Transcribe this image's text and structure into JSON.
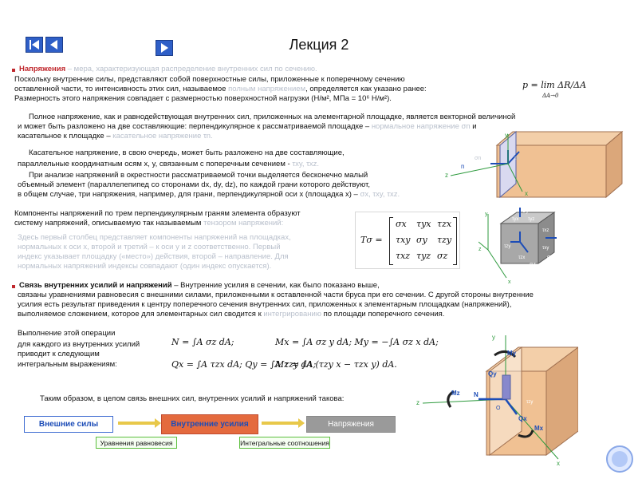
{
  "nav": {
    "first_icon": "first-slide-icon",
    "prev_icon": "prev-slide-icon",
    "next_icon": "next-slide-icon"
  },
  "title": "Лекция 2",
  "sec1": {
    "term": "Напряжения",
    "def_faded": " – мера, характеризующая распределение внутренних сил по сечению.",
    "line2": "Поскольку внутренние силы, представляют собой поверхностные силы, приложенные к поперечному сечению",
    "line3a": "оставленной части, то интенсивность этих сил, называемое ",
    "line3faded": "полным напряжением",
    "line3b": ", определяется как указано ранее:",
    "line4": "Размерность этого напряжения совпадает с размерностью поверхностной нагрузки (Н/м², МПа = 10⁶ Н/м²).",
    "formula": "p = lim ΔR/ΔA",
    "formula_sub": "ΔA→0"
  },
  "sec2": {
    "line1": "Полное напряжение, как и равнодействующая внутренних сил, приложенных на элементарной площадке, является векторной величиной",
    "line2a": "и может быть разложено на две составляющие: перпендикулярное к рассматриваемой площадке – ",
    "line2faded": "нормальное напряжение σn",
    "line2b": " и",
    "line3a": "касательное к площадке – ",
    "line3faded": "касательное напряжение τn."
  },
  "sec3": {
    "line1": "Касательное напряжение, в свою очередь, может быть разложено на две составляющие,",
    "line2a": "параллельные координатным осям x, y, связанным с поперечным сечением - ",
    "line2faded": "τxy, τxz.",
    "line3": "При анализе напряжений в окрестности рассматриваемой точки выделяется бесконечно малый",
    "line4": "объемный элемент (параллелепипед со сторонами dx, dy, dz), по каждой грани которого действуют,",
    "line5a": "в общем случае, три напряжения, например, для грани, перпендикулярной оси x (площадка x) – ",
    "line5faded": "σx, τxy, τxz."
  },
  "sec4": {
    "line1": "Компоненты напряжений по трем перпендикулярным граням элемента образуют",
    "line2a": "систему напряжений, описываемую так называемым ",
    "line2faded": "тензором напряжений:",
    "faded1": "Здесь первый столбец представляет компоненты напряжений на площадках,",
    "faded2": "нормальных к оси x, второй и третий – к оси y и z соответственно. Первый",
    "faded3": "индекс указывает площадку («место») действия, второй – направление. Для",
    "faded4": "нормальных напряжений индексы совпадают (один индекс опускается).",
    "tensor_label": "Tσ =",
    "tensor": [
      [
        "σx",
        "τyx",
        "τzx"
      ],
      [
        "τxy",
        "σy",
        "τzy"
      ],
      [
        "τxz",
        "τyz",
        "σz"
      ]
    ]
  },
  "sec5": {
    "title": "Связь внутренних усилий и напряжений",
    "line1b": " – Внутренние усилия в сечении, как было показано выше,",
    "line2": "связаны уравнениями равновесия с внешними силами, приложенными к оставленной части бруса при его сечении. С другой стороны внутренние",
    "line3": "усилия есть результат приведения к центру поперечного сечения внутренних сил, приложенных к элементарным площадкам (напряжений),",
    "line4a": "выполняемое сложением, которое для элементарных сил сводится к ",
    "line4faded": "интегрированию",
    "line4b": " по площади поперечного сечения.",
    "p1": "Выполнение этой операции",
    "p2": "для каждого из внутренних усилий",
    "p3": "приводит к следующим",
    "p4": "интегральным выражениям:",
    "f1": "N = ∫A σz dA;",
    "f2": "Mx = ∫A σz y dA;   My = −∫A σz x dA;",
    "f3": "Qx = ∫A τzx dA;   Qy = ∫A τzy dA;",
    "f4": "Mz = ∫A (τzy x − τzx y) dA.",
    "summary": "Таким образом, в целом связь внешних сил, внутренних усилий и напряжений такова:"
  },
  "flow": {
    "box1": "Внешние силы",
    "box2": "Внутренние усилия",
    "box3": "Напряжения",
    "label1": "Уравнения равновесия",
    "label2": "Интегральные соотношения"
  },
  "fig1": {
    "y": "y",
    "z": "z",
    "x": "x",
    "n": "n",
    "sigma": "σn",
    "tau": "τn"
  },
  "fig2": {
    "y": "y",
    "z": "z",
    "x": "x",
    "sy": "σy",
    "tyx": "τyx",
    "tyz": "τyz",
    "txy": "τxy",
    "txz": "τxz",
    "sx": "σx",
    "tzy": "τzy",
    "tzx": "τzx",
    "sz": "σz"
  },
  "fig3": {
    "y": "y",
    "z": "z",
    "x": "x",
    "My": "My",
    "Qy": "Qy",
    "Mz": "Mz",
    "N": "N",
    "Qx": "Qx",
    "Mx": "Mx",
    "O": "O",
    "tz": "τzy"
  }
}
